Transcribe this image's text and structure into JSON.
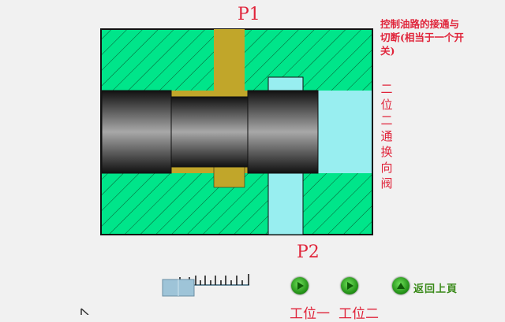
{
  "ports": {
    "p1": "P1",
    "p2": "P2"
  },
  "description": "控制油路的接通与切断(相当于一个开关)",
  "valve_title": "二位二通换向阀",
  "controls": {
    "position1": "工位一",
    "position2": "工位二",
    "back": "返回上頁"
  },
  "colors": {
    "body": "#00e58a",
    "pressure_oil": "#c1a62a",
    "tank_oil": "#98eef0",
    "label": "#e0243a"
  }
}
